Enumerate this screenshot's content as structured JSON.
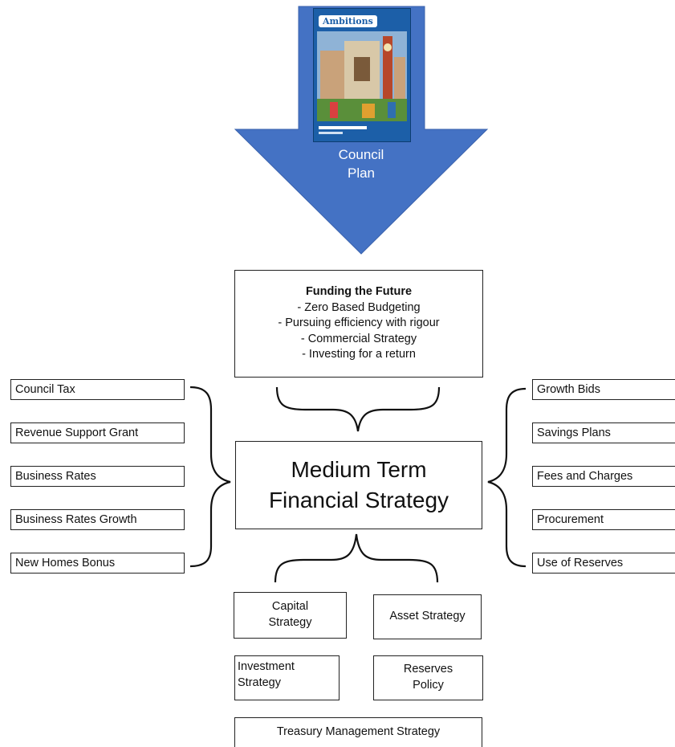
{
  "cover": {
    "title": "Ambitions"
  },
  "arrow": {
    "line1": "Council",
    "line2": "Plan",
    "color": "#4472c4"
  },
  "funding": {
    "title": "Funding the Future",
    "items": [
      "- Zero Based Budgeting",
      "- Pursuing efficiency with rigour",
      "- Commercial Strategy",
      "- Investing for a return"
    ]
  },
  "center": {
    "line1": "Medium Term",
    "line2": "Financial Strategy"
  },
  "left_items": [
    "Council Tax",
    "Revenue Support Grant",
    "Business Rates",
    "Business Rates Growth",
    "New Homes Bonus"
  ],
  "right_items": [
    "Growth Bids",
    "Savings Plans",
    "Fees and Charges",
    "Procurement",
    "Use of Reserves"
  ],
  "bottom": {
    "capital": [
      "Capital",
      "Strategy"
    ],
    "asset": "Asset Strategy",
    "investment": [
      "Investment",
      "Strategy"
    ],
    "reserves": [
      "Reserves",
      "Policy"
    ],
    "treasury": "Treasury Management Strategy"
  }
}
